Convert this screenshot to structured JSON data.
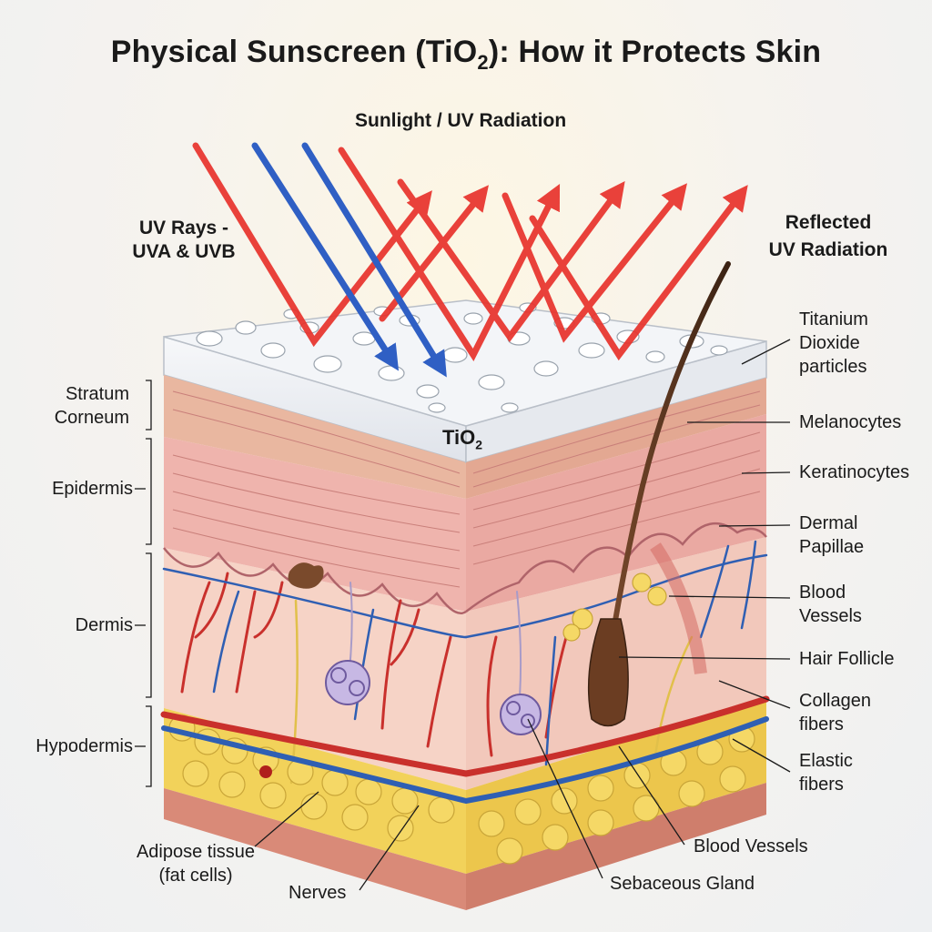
{
  "title": {
    "main": "Physical Sunscreen (TiO",
    "sub": "2",
    "end": "): How it Protects Skin"
  },
  "tio2_label": {
    "main": "TiO",
    "sub": "2"
  },
  "top_labels": {
    "sunlight": "Sunlight / UV Radiation",
    "uv_rays_1": "UV Rays -",
    "uv_rays_2": "UVA & UVB",
    "reflected_1": "Reflected",
    "reflected_2": "UV Radiation"
  },
  "left_labels": {
    "stratum_1": "Stratum",
    "stratum_2": "Corneum",
    "epidermis": "Epidermis",
    "dermis": "Dermis",
    "hypodermis": "Hypodermis"
  },
  "right_labels": {
    "titanium_1": "Titanium",
    "titanium_2": "Dioxide",
    "titanium_3": "particles",
    "melanocytes": "Melanocytes",
    "keratinocytes": "Keratinocytes",
    "papillae_1": "Dermal",
    "papillae_2": "Papillae",
    "vessels_1": "Blood",
    "vessels_2": "Vessels",
    "hair_follicle": "Hair Follicle",
    "collagen_1": "Collagen",
    "collagen_2": "fibers",
    "elastic_1": "Elastic",
    "elastic_2": "fibers"
  },
  "bottom_labels": {
    "adipose_1": "Adipose tissue",
    "adipose_2": "(fat cells)",
    "nerves": "Nerves",
    "sebaceous": "Sebaceous Gland",
    "blood_vessels": "Blood Vessels"
  },
  "colors": {
    "uv_red": "#e8322c",
    "uv_blue": "#2f5fc4",
    "tio2_white": "#f3f5f8",
    "stratum": "#e9b7a0",
    "epidermis": "#efb4ad",
    "dermis": "#f6d3c6",
    "fat": "#f2d25a",
    "vessel_red": "#c9302c",
    "vessel_blue": "#2f5fb3",
    "hair": "#5a3420"
  }
}
